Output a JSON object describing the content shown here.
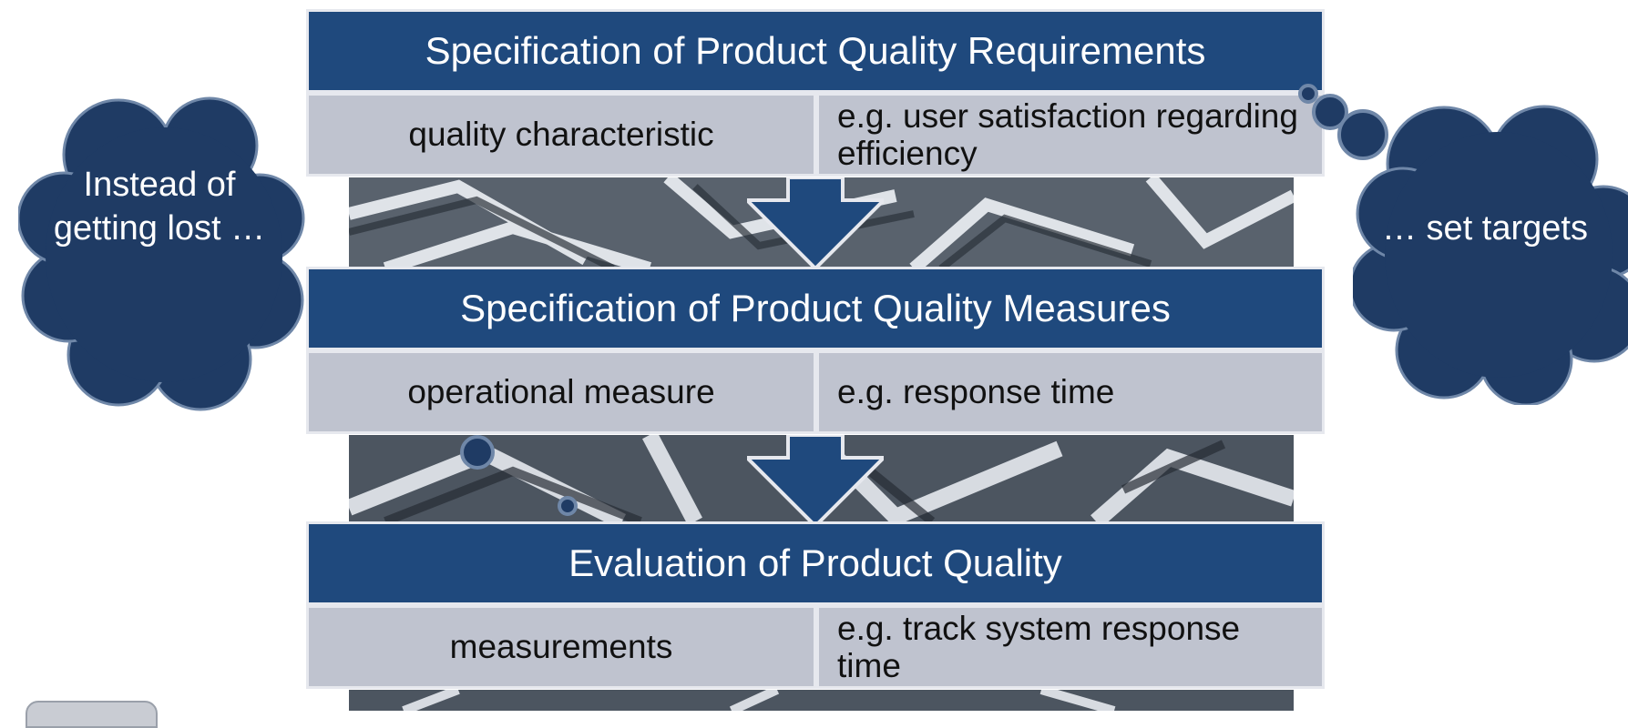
{
  "blocks": [
    {
      "title": "Specification of Product Quality Requirements",
      "left_text": "quality characteristic",
      "right_text": "e.g. user satisfaction regarding efficiency"
    },
    {
      "title": "Specification of  Product Quality Measures",
      "left_text": "operational measure",
      "right_text": "e.g. response time"
    },
    {
      "title": "Evaluation of Product Quality",
      "left_text": "measurements",
      "right_text": "e.g. track system response time"
    }
  ],
  "clouds": {
    "left": "Instead of getting lost …",
    "right": "… set targets"
  },
  "colors": {
    "header_blue": "#1f497d",
    "row_gray": "#bfc3cf",
    "cloud_blue": "#1f3b64",
    "cloud_outline": "#6f87a8"
  },
  "icons": [
    "maze-background",
    "down-arrow-icon",
    "thought-cloud"
  ]
}
